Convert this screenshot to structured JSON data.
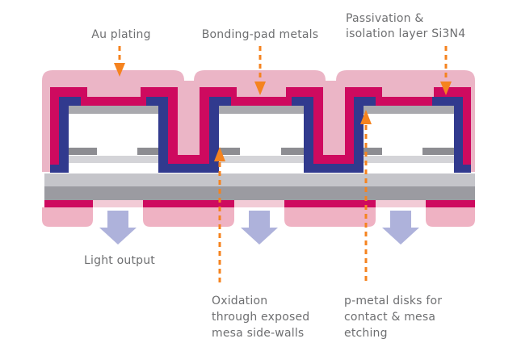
{
  "diagram": {
    "type": "semiconductor cross-section schematic",
    "mesa_count": 3,
    "light_output_count": 3,
    "annotations": {
      "au_plating": {
        "text": "Au plating",
        "arrow_direction": "down"
      },
      "bonding_pad_metals": {
        "text": "Bonding-pad metals",
        "arrow_direction": "down"
      },
      "passivation": {
        "lines": [
          "Passivation &",
          "isolation layer Si3N4"
        ],
        "arrow_direction": "down"
      },
      "light_output": {
        "text": "Light output",
        "arrow_direction": "down"
      },
      "oxidation": {
        "lines": [
          "Oxidation",
          "through exposed",
          "mesa side-walls"
        ],
        "arrow_direction": "up"
      },
      "p_metal": {
        "lines": [
          "p-metal disks for",
          "contact & mesa",
          "etching"
        ],
        "arrow_direction": "up"
      }
    },
    "colors": {
      "au_plating_pink": "#EBB5C6",
      "bottom_contact_pink": "#EFB2C3",
      "aperture_pink": "#F2CBD6",
      "bonding_metal_crimson": "#CE0A5F",
      "passivation_navy": "#313A8E",
      "p_metal_gray": "#A9A9AE",
      "oxide_dark_gray": "#8D8D92",
      "thin_layer_gray": "#D4D4D8",
      "substrate_light_gray": "#C5C5CA",
      "substrate_dark_gray": "#9B9BA1",
      "light_output_lavender": "#AEB2DB",
      "annotation_orange": "#F5831F",
      "label_text": "#6E6F71",
      "background": "#FFFFFF"
    }
  }
}
